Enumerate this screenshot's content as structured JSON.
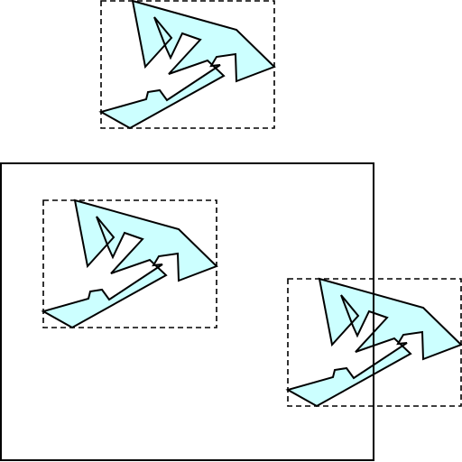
{
  "diagram": {
    "colors": {
      "background": "#ffffff",
      "shape_fill": "#ccffff",
      "stroke": "#000000"
    },
    "elements": {
      "window": "solid-rectangle",
      "shape": "arrow-polygon",
      "bounding_box": "dashed-rectangle"
    }
  }
}
